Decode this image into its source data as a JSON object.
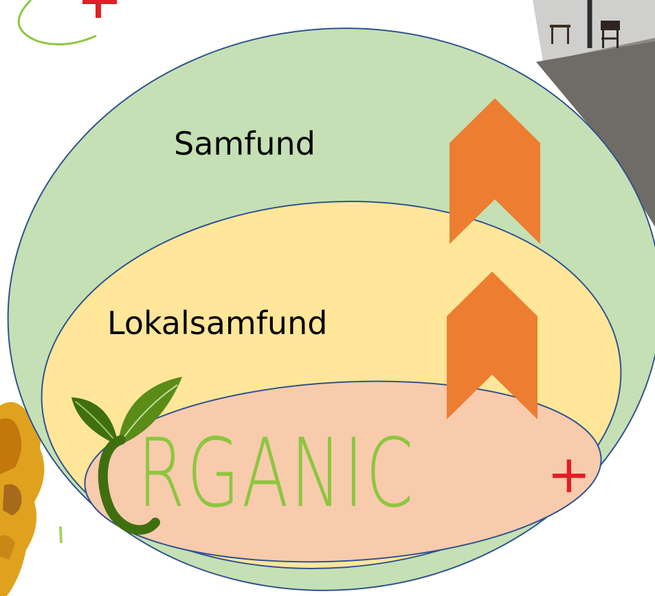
{
  "diagram": {
    "outer_circle": {
      "label": "Samfund",
      "fill": "#c5e0b4",
      "stroke": "#2f528f"
    },
    "middle_ellipse": {
      "label": "Lokalsamfund",
      "fill": "#ffe699",
      "stroke": "#2f528f"
    },
    "inner_ellipse": {
      "fill": "#f8cbad",
      "stroke": "#2f528f"
    },
    "arrows": {
      "count": 2,
      "direction": "up",
      "color": "#ed7d31"
    }
  },
  "logo": {
    "text": "RGANIC",
    "plus": "+",
    "text_color": "#8dc63f",
    "leaf_color": "#4b7d12",
    "plus_color": "#e31e24"
  },
  "background_images": {
    "top_right": "room-photo",
    "bottom_left": "map-fragment",
    "top_left": "logo-fragment"
  }
}
